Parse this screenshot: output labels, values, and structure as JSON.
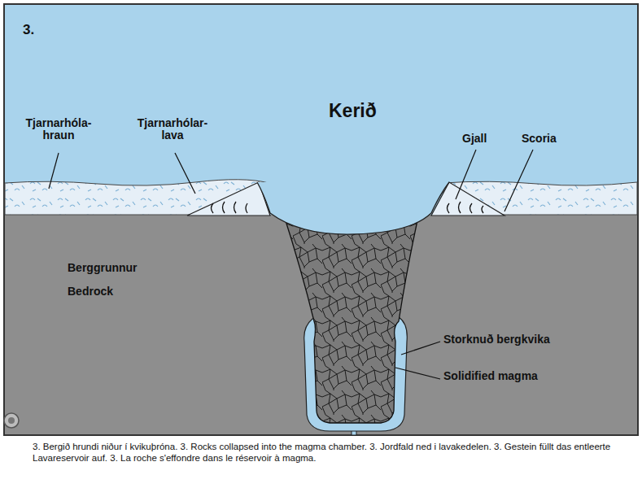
{
  "diagram": {
    "caption": "3. Bergið hrundi niður í kvikuþróna. 3. Rocks collapsed into the magma chamber. 3. Jordfald ned i lavakedelen. 3. Gestein füllt das entleerte Lavareservoir auf. 3. La roche s'effondre dans le réservoir à magma.",
    "labels": [
      "3.",
      "Kerið",
      "Tjarnarhóla- hraun",
      "Tjarnarhólar- lava",
      "Gjall",
      "Scoria",
      "Berggrunnur",
      "Bedrock",
      "Storknuð bergkvika",
      "Solidified magma"
    ]
  }
}
